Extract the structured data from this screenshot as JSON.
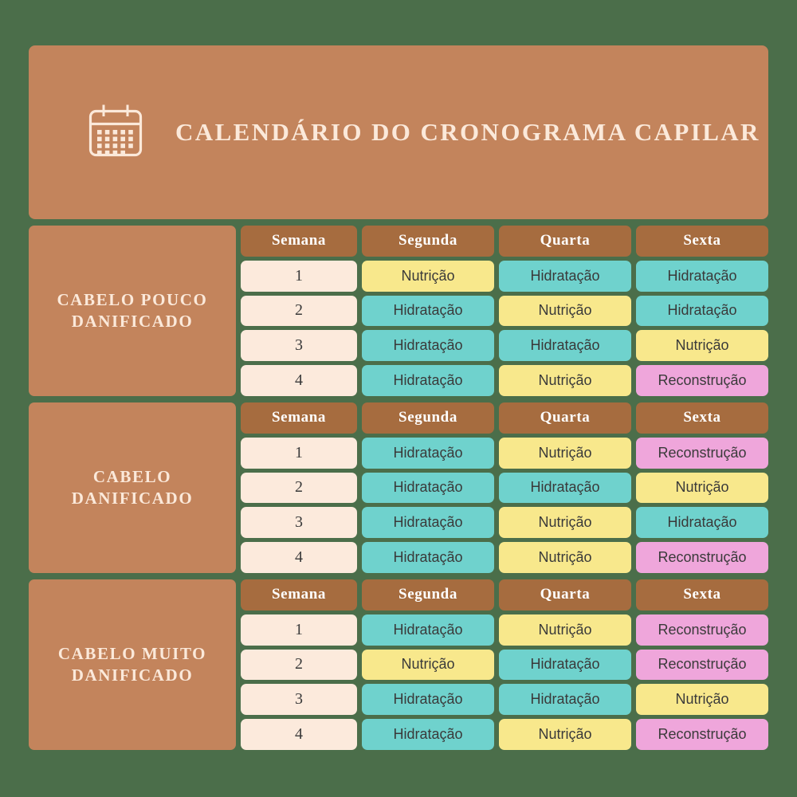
{
  "header": {
    "title": "CALENDÁRIO DO CRONOGRAMA CAPILAR",
    "icon": "calendar-icon"
  },
  "colors": {
    "background": "#4b6e4a",
    "panel_brown": "#c3845c",
    "header_brown": "#a66c3f",
    "cream": "#fceadc",
    "hidratacao": "#6fd2cd",
    "nutricao": "#f8e88c",
    "reconstrucao": "#efa6db",
    "text_dark": "#3a3a3a",
    "text_light": "#fbe9da"
  },
  "columns": [
    "Semana",
    "Segunda",
    "Quarta",
    "Sexta"
  ],
  "treatments": {
    "hidratacao": "Hidratação",
    "nutricao": "Nutrição",
    "reconstrucao": "Reconstrução"
  },
  "sections": [
    {
      "category": "CABELO POUCO DANIFICADO",
      "headers": [
        "Semana",
        "Segunda",
        "Quarta",
        "Sexta"
      ],
      "rows": [
        {
          "week": "1",
          "segunda": "Nutrição",
          "quarta": "Hidratação",
          "sexta": "Hidratação",
          "segunda_type": "nutricao",
          "quarta_type": "hidratacao",
          "sexta_type": "hidratacao"
        },
        {
          "week": "2",
          "segunda": "Hidratação",
          "quarta": "Nutrição",
          "sexta": "Hidratação",
          "segunda_type": "hidratacao",
          "quarta_type": "nutricao",
          "sexta_type": "hidratacao"
        },
        {
          "week": "3",
          "segunda": "Hidratação",
          "quarta": "Hidratação",
          "sexta": "Nutrição",
          "segunda_type": "hidratacao",
          "quarta_type": "hidratacao",
          "sexta_type": "nutricao"
        },
        {
          "week": "4",
          "segunda": "Hidratação",
          "quarta": "Nutrição",
          "sexta": "Reconstrução",
          "segunda_type": "hidratacao",
          "quarta_type": "nutricao",
          "sexta_type": "reconstrucao"
        }
      ]
    },
    {
      "category": "CABELO DANIFICADO",
      "headers": [
        "Semana",
        "Segunda",
        "Quarta",
        "Sexta"
      ],
      "rows": [
        {
          "week": "1",
          "segunda": "Hidratação",
          "quarta": "Nutrição",
          "sexta": "Reconstrução",
          "segunda_type": "hidratacao",
          "quarta_type": "nutricao",
          "sexta_type": "reconstrucao"
        },
        {
          "week": "2",
          "segunda": "Hidratação",
          "quarta": "Hidratação",
          "sexta": "Nutrição",
          "segunda_type": "hidratacao",
          "quarta_type": "hidratacao",
          "sexta_type": "nutricao"
        },
        {
          "week": "3",
          "segunda": "Hidratação",
          "quarta": "Nutrição",
          "sexta": "Hidratação",
          "segunda_type": "hidratacao",
          "quarta_type": "nutricao",
          "sexta_type": "hidratacao"
        },
        {
          "week": "4",
          "segunda": "Hidratação",
          "quarta": "Nutrição",
          "sexta": "Reconstrução",
          "segunda_type": "hidratacao",
          "quarta_type": "nutricao",
          "sexta_type": "reconstrucao"
        }
      ]
    },
    {
      "category": "CABELO MUITO DANIFICADO",
      "headers": [
        "Semana",
        "Segunda",
        "Quarta",
        "Sexta"
      ],
      "rows": [
        {
          "week": "1",
          "segunda": "Hidratação",
          "quarta": "Nutrição",
          "sexta": "Reconstrução",
          "segunda_type": "hidratacao",
          "quarta_type": "nutricao",
          "sexta_type": "reconstrucao"
        },
        {
          "week": "2",
          "segunda": "Nutrição",
          "quarta": "Hidratação",
          "sexta": "Reconstrução",
          "segunda_type": "nutricao",
          "quarta_type": "hidratacao",
          "sexta_type": "reconstrucao"
        },
        {
          "week": "3",
          "segunda": "Hidratação",
          "quarta": "Hidratação",
          "sexta": "Nutrição",
          "segunda_type": "hidratacao",
          "quarta_type": "hidratacao",
          "sexta_type": "nutricao"
        },
        {
          "week": "4",
          "segunda": "Hidratação",
          "quarta": "Nutrição",
          "sexta": "Reconstrução",
          "segunda_type": "hidratacao",
          "quarta_type": "nutricao",
          "sexta_type": "reconstrucao"
        }
      ]
    }
  ]
}
